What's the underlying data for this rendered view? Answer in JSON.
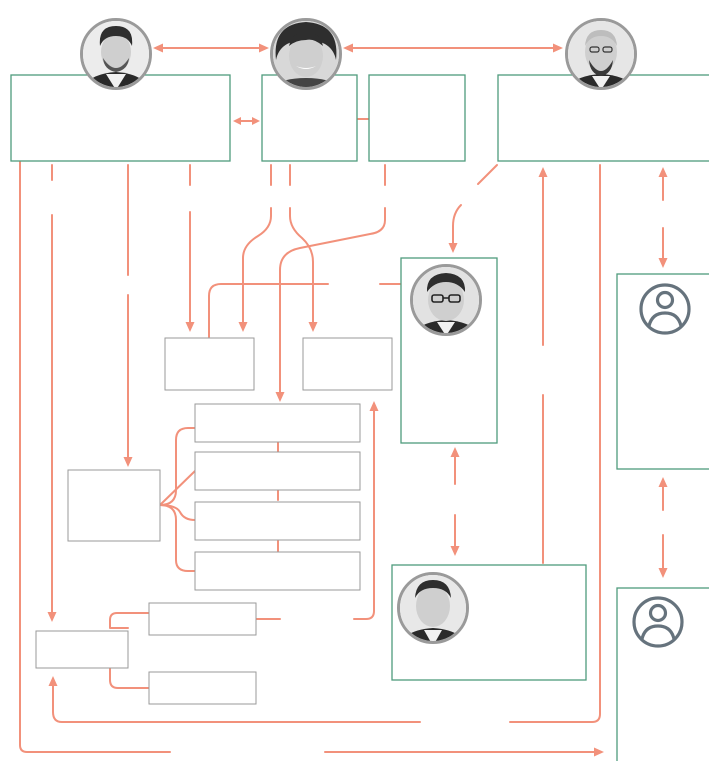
{
  "diagram": {
    "colors": {
      "connector": "#f2917b",
      "green_box_border": "#4f9c7d",
      "gray_box_border": "#9a9a9a",
      "placeholder_icon": "#66737d"
    },
    "nodes": [
      {
        "id": "person-1",
        "kind": "photo-avatar"
      },
      {
        "id": "person-2",
        "kind": "photo-avatar"
      },
      {
        "id": "person-3",
        "kind": "photo-avatar"
      },
      {
        "id": "person-4",
        "kind": "photo-avatar"
      },
      {
        "id": "person-5",
        "kind": "photo-avatar"
      },
      {
        "id": "unknown-person-1",
        "kind": "user-placeholder-icon"
      },
      {
        "id": "unknown-person-2",
        "kind": "user-placeholder-icon"
      }
    ]
  }
}
